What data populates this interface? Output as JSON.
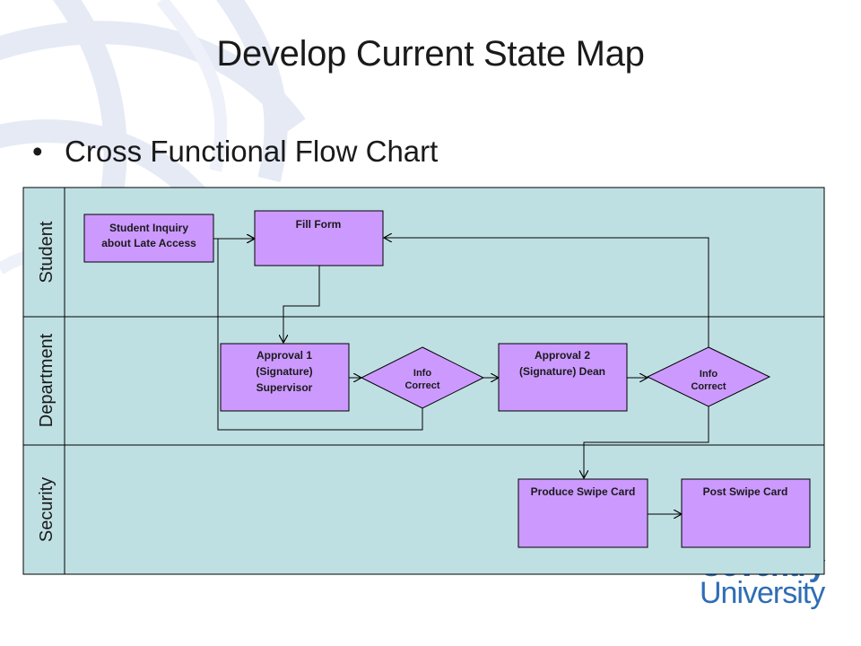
{
  "slide": {
    "title": "Develop Current State Map",
    "bullet": "Cross Functional Flow Chart"
  },
  "lanes": [
    {
      "id": "student",
      "label": "Student"
    },
    {
      "id": "department",
      "label": "Department"
    },
    {
      "id": "security",
      "label": "Security"
    }
  ],
  "nodes": [
    {
      "id": "inquiry",
      "shape": "rect",
      "lines": [
        "Student Inquiry",
        "about Late Access"
      ]
    },
    {
      "id": "fill_form",
      "shape": "rect",
      "lines": [
        "Fill Form"
      ]
    },
    {
      "id": "approval1",
      "shape": "rect",
      "lines": [
        "Approval 1",
        "(Signature)",
        "Supervisor"
      ]
    },
    {
      "id": "info_correct_1",
      "shape": "diamond",
      "lines": [
        "Info",
        "Correct"
      ]
    },
    {
      "id": "approval2",
      "shape": "rect",
      "lines": [
        "Approval 2",
        "(Signature) Dean"
      ]
    },
    {
      "id": "info_correct_2",
      "shape": "diamond",
      "lines": [
        "Info",
        "Correct"
      ]
    },
    {
      "id": "produce_card",
      "shape": "rect",
      "lines": [
        "Produce Swipe Card"
      ]
    },
    {
      "id": "post_card",
      "shape": "rect",
      "lines": [
        "Post Swipe Card"
      ]
    }
  ],
  "edges": [
    {
      "from": "inquiry",
      "to": "fill_form"
    },
    {
      "from": "fill_form",
      "to": "approval1"
    },
    {
      "from": "approval1",
      "to": "info_correct_1"
    },
    {
      "from": "info_correct_1",
      "to": "approval2"
    },
    {
      "from": "info_correct_1",
      "to": "fill_form"
    },
    {
      "from": "approval2",
      "to": "info_correct_2"
    },
    {
      "from": "info_correct_2",
      "to": "fill_form"
    },
    {
      "from": "info_correct_2",
      "to": "produce_card"
    },
    {
      "from": "produce_card",
      "to": "post_card"
    }
  ],
  "colors": {
    "lane_fill": "#bfe0e3",
    "node_fill": "#cc99ff",
    "stroke": "#000000",
    "logo": "#2f6db5"
  },
  "logo": {
    "line1": "Coventry",
    "line2": "University"
  }
}
